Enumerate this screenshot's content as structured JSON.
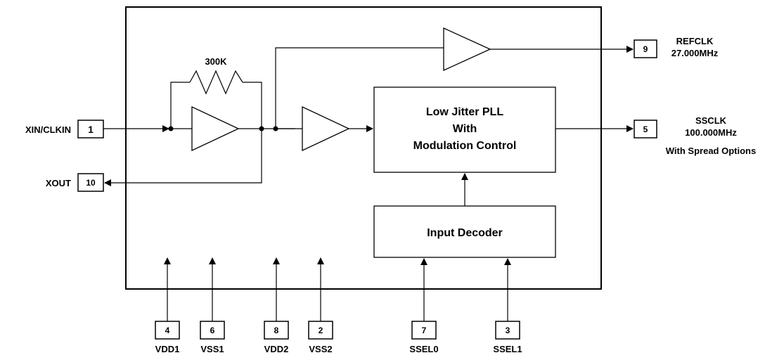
{
  "resistor": {
    "label": "300K"
  },
  "pll": {
    "line1": "Low Jitter PLL",
    "line2": "With",
    "line3": "Modulation Control"
  },
  "decoder": {
    "label": "Input Decoder"
  },
  "pins": {
    "xin": {
      "num": "1",
      "name": "XIN/CLKIN"
    },
    "xout": {
      "num": "10",
      "name": "XOUT"
    },
    "refclk": {
      "num": "9",
      "name": "REFCLK",
      "sub": "27.000MHz"
    },
    "ssclk": {
      "num": "5",
      "name": "SSCLK",
      "sub": "100.000MHz",
      "sub2": "With Spread Options"
    },
    "vdd1": {
      "num": "4",
      "name": "VDD1"
    },
    "vss1": {
      "num": "6",
      "name": "VSS1"
    },
    "vdd2": {
      "num": "8",
      "name": "VDD2"
    },
    "vss2": {
      "num": "2",
      "name": "VSS2"
    },
    "ssel0": {
      "num": "7",
      "name": "SSEL0"
    },
    "ssel1": {
      "num": "3",
      "name": "SSEL1"
    }
  }
}
